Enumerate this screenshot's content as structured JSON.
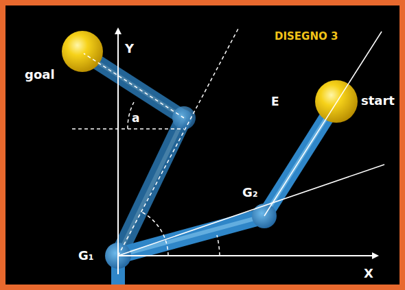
{
  "diagram": {
    "labels": [
      "DISEGNO 3",
      "Y",
      "goal",
      "a",
      "E",
      "start",
      "G₂",
      "G₁",
      "X"
    ]
  }
}
